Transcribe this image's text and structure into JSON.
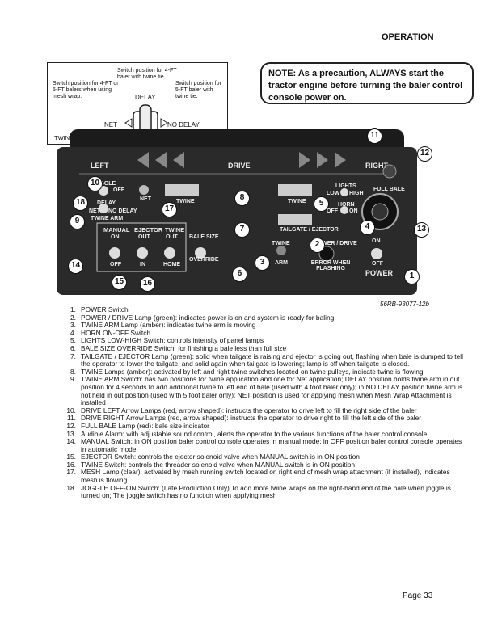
{
  "header": {
    "section": "OPERATION"
  },
  "twine_arm_box": {
    "label_top_center": "Switch position for 4-FT baler with twine tie.",
    "label_left": "Switch position for 4-FT or 5-FT balers when using mesh wrap.",
    "label_right": "Switch position for 5-FT baler with twine tie.",
    "pos_delay": "DELAY",
    "pos_net": "NET",
    "pos_no_delay": "NO DELAY",
    "caption": "TWINE ARM Switch"
  },
  "note": {
    "text": "NOTE: As a precaution, ALWAYS start the tractor engine before turning the baler control console power on."
  },
  "console": {
    "left": "LEFT",
    "drive": "DRIVE",
    "right": "RIGHT",
    "joggle": "JOGGLE",
    "on": "ON",
    "off": "OFF",
    "net": "NET",
    "delay": "DELAY",
    "no_delay": "NO DELAY",
    "twine_arm": "TWINE ARM",
    "twine": "TWINE",
    "lights": "LIGHTS",
    "low": "LOW",
    "high": "HIGH",
    "horn": "HORN",
    "full_bale": "FULL BALE",
    "tailgate_ejector": "TAILGATE / EJECTOR",
    "manual": "MANUAL",
    "ejector": "EJECTOR",
    "out": "OUT",
    "in": "IN",
    "home": "HOME",
    "bale_size": "BALE SIZE",
    "override": "OVERRIDE",
    "arm": "ARM",
    "power_drive": "POWER / DRIVE",
    "error_when_flashing": "ERROR WHEN FLASHING",
    "power": "POWER"
  },
  "callouts": [
    "1",
    "2",
    "3",
    "4",
    "5",
    "6",
    "7",
    "8",
    "9",
    "10",
    "11",
    "12",
    "13",
    "14",
    "15",
    "16",
    "17",
    "18"
  ],
  "figure_ref": "56RB-93077-12b",
  "legend": [
    {
      "num": "1.",
      "text": "POWER Switch"
    },
    {
      "num": "2.",
      "text": "POWER / DRIVE Lamp (green): indicates power is on and system is ready for baling"
    },
    {
      "num": "3.",
      "text": "TWINE ARM Lamp (amber): indicates twine arm is moving"
    },
    {
      "num": "4.",
      "text": "HORN ON-OFF Switch"
    },
    {
      "num": "5.",
      "text": "LIGHTS LOW-HIGH Switch: controls intensity of panel lamps"
    },
    {
      "num": "6.",
      "text": "BALE SIZE OVERRIDE Switch: for finishing a bale less than full size"
    },
    {
      "num": "7.",
      "text": "TAILGATE / EJECTOR Lamp (green): solid when tailgate is raising and ejector is going out, flashing when bale is dumped to tell the operator to lower the tailgate, and solid again when tailgate is lowering; lamp is off when tailgate is closed."
    },
    {
      "num": "8.",
      "text": "TWINE Lamps (amber): activated by left and right twine switches located on twine pulleys, indicate twine is flowing"
    },
    {
      "num": "9.",
      "text": "TWINE ARM Switch: has two positions for twine application and one for Net application; DELAY position holds twine arm in out position for 4 seconds to add additional twine to left end of bale (used with 4 foot baler only); in NO DELAY position twine arm is not held in out position (used with 5 foot baler only); NET position is used for applying mesh when Mesh Wrap Attachment is installed"
    },
    {
      "num": "10.",
      "text": "DRIVE LEFT Arrow Lamps (red, arrow shaped): instructs the operator to drive left to fill the right side of the baler"
    },
    {
      "num": "11.",
      "text": "DRIVE RIGHT Arrow Lamps (red, arrow shaped): instructs the operator to drive right to fill the left side of the baler"
    },
    {
      "num": "12.",
      "text": "FULL BALE Lamp (red): bale size indicator"
    },
    {
      "num": "13.",
      "text": "Audible Alarm: with adjustable sound control, alerts the operator to the various functions of the baler control console"
    },
    {
      "num": "14.",
      "text": "MANUAL Switch: in ON position baler control console operates in manual mode; in OFF position baler control console operates in automatic mode"
    },
    {
      "num": "15.",
      "text": "EJECTOR Switch: controls the ejector solenoid valve when MANUAL switch is in ON position"
    },
    {
      "num": "16.",
      "text": "TWINE Switch: controls the threader solenoid valve when MANUAL switch is in ON position"
    },
    {
      "num": "17.",
      "text": "MESH Lamp (clear): activated by mesh running switch located on right end of mesh wrap attachment (if installed), indicates mesh is flowing"
    },
    {
      "num": "18.",
      "text": "JOGGLE OFF-ON Switch: (Late Production Only) To add more twine wraps on the right-hand end of the bale when joggle is turned on; The joggle switch has no function when applying mesh"
    }
  ],
  "footer": {
    "page": "Page 33"
  }
}
